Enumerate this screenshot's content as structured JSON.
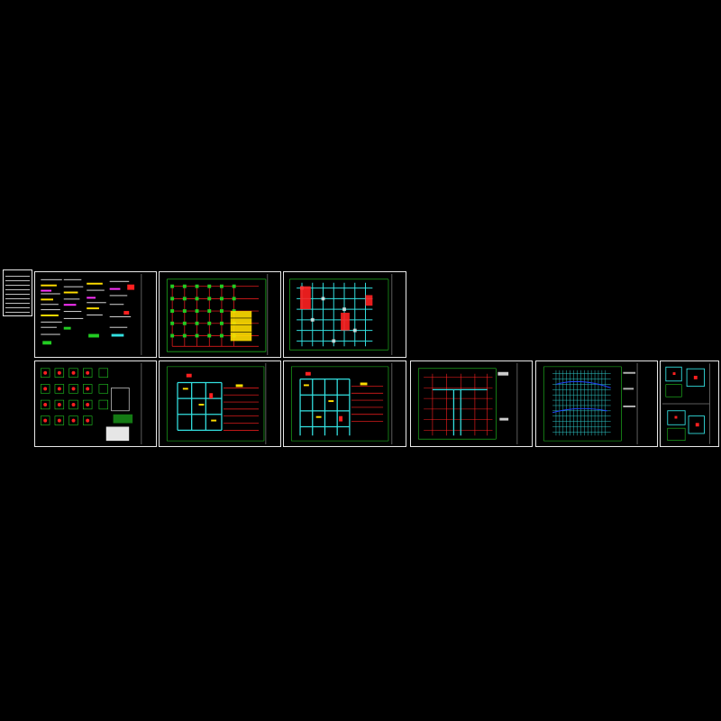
{
  "viewer": {
    "background": "#000000",
    "layout_note_hidden": ""
  },
  "colors": {
    "frame": "#e8e8e8",
    "grid_axis": "#22cc22",
    "beam_red": "#ff2020",
    "cyan_member": "#33e0e0",
    "yellow_note": "#ffdd00",
    "magenta_note": "#ff33ff",
    "blue_line": "#2244ff",
    "white_text": "#ffffff"
  },
  "sheets": [
    {
      "id": "drawing-index",
      "kind": "index"
    },
    {
      "id": "general-notes",
      "kind": "notes"
    },
    {
      "id": "column-layout-plan",
      "kind": "grid-red"
    },
    {
      "id": "foundation-plan",
      "kind": "grid-dense"
    },
    {
      "id": "pile-cap-details",
      "kind": "details"
    },
    {
      "id": "beam-plan-1",
      "kind": "beam"
    },
    {
      "id": "beam-plan-2",
      "kind": "beam"
    },
    {
      "id": "roof-frame-plan",
      "kind": "roof"
    },
    {
      "id": "slab-reinforcement-plan",
      "kind": "slab"
    },
    {
      "id": "stair-details",
      "kind": "stair"
    }
  ]
}
